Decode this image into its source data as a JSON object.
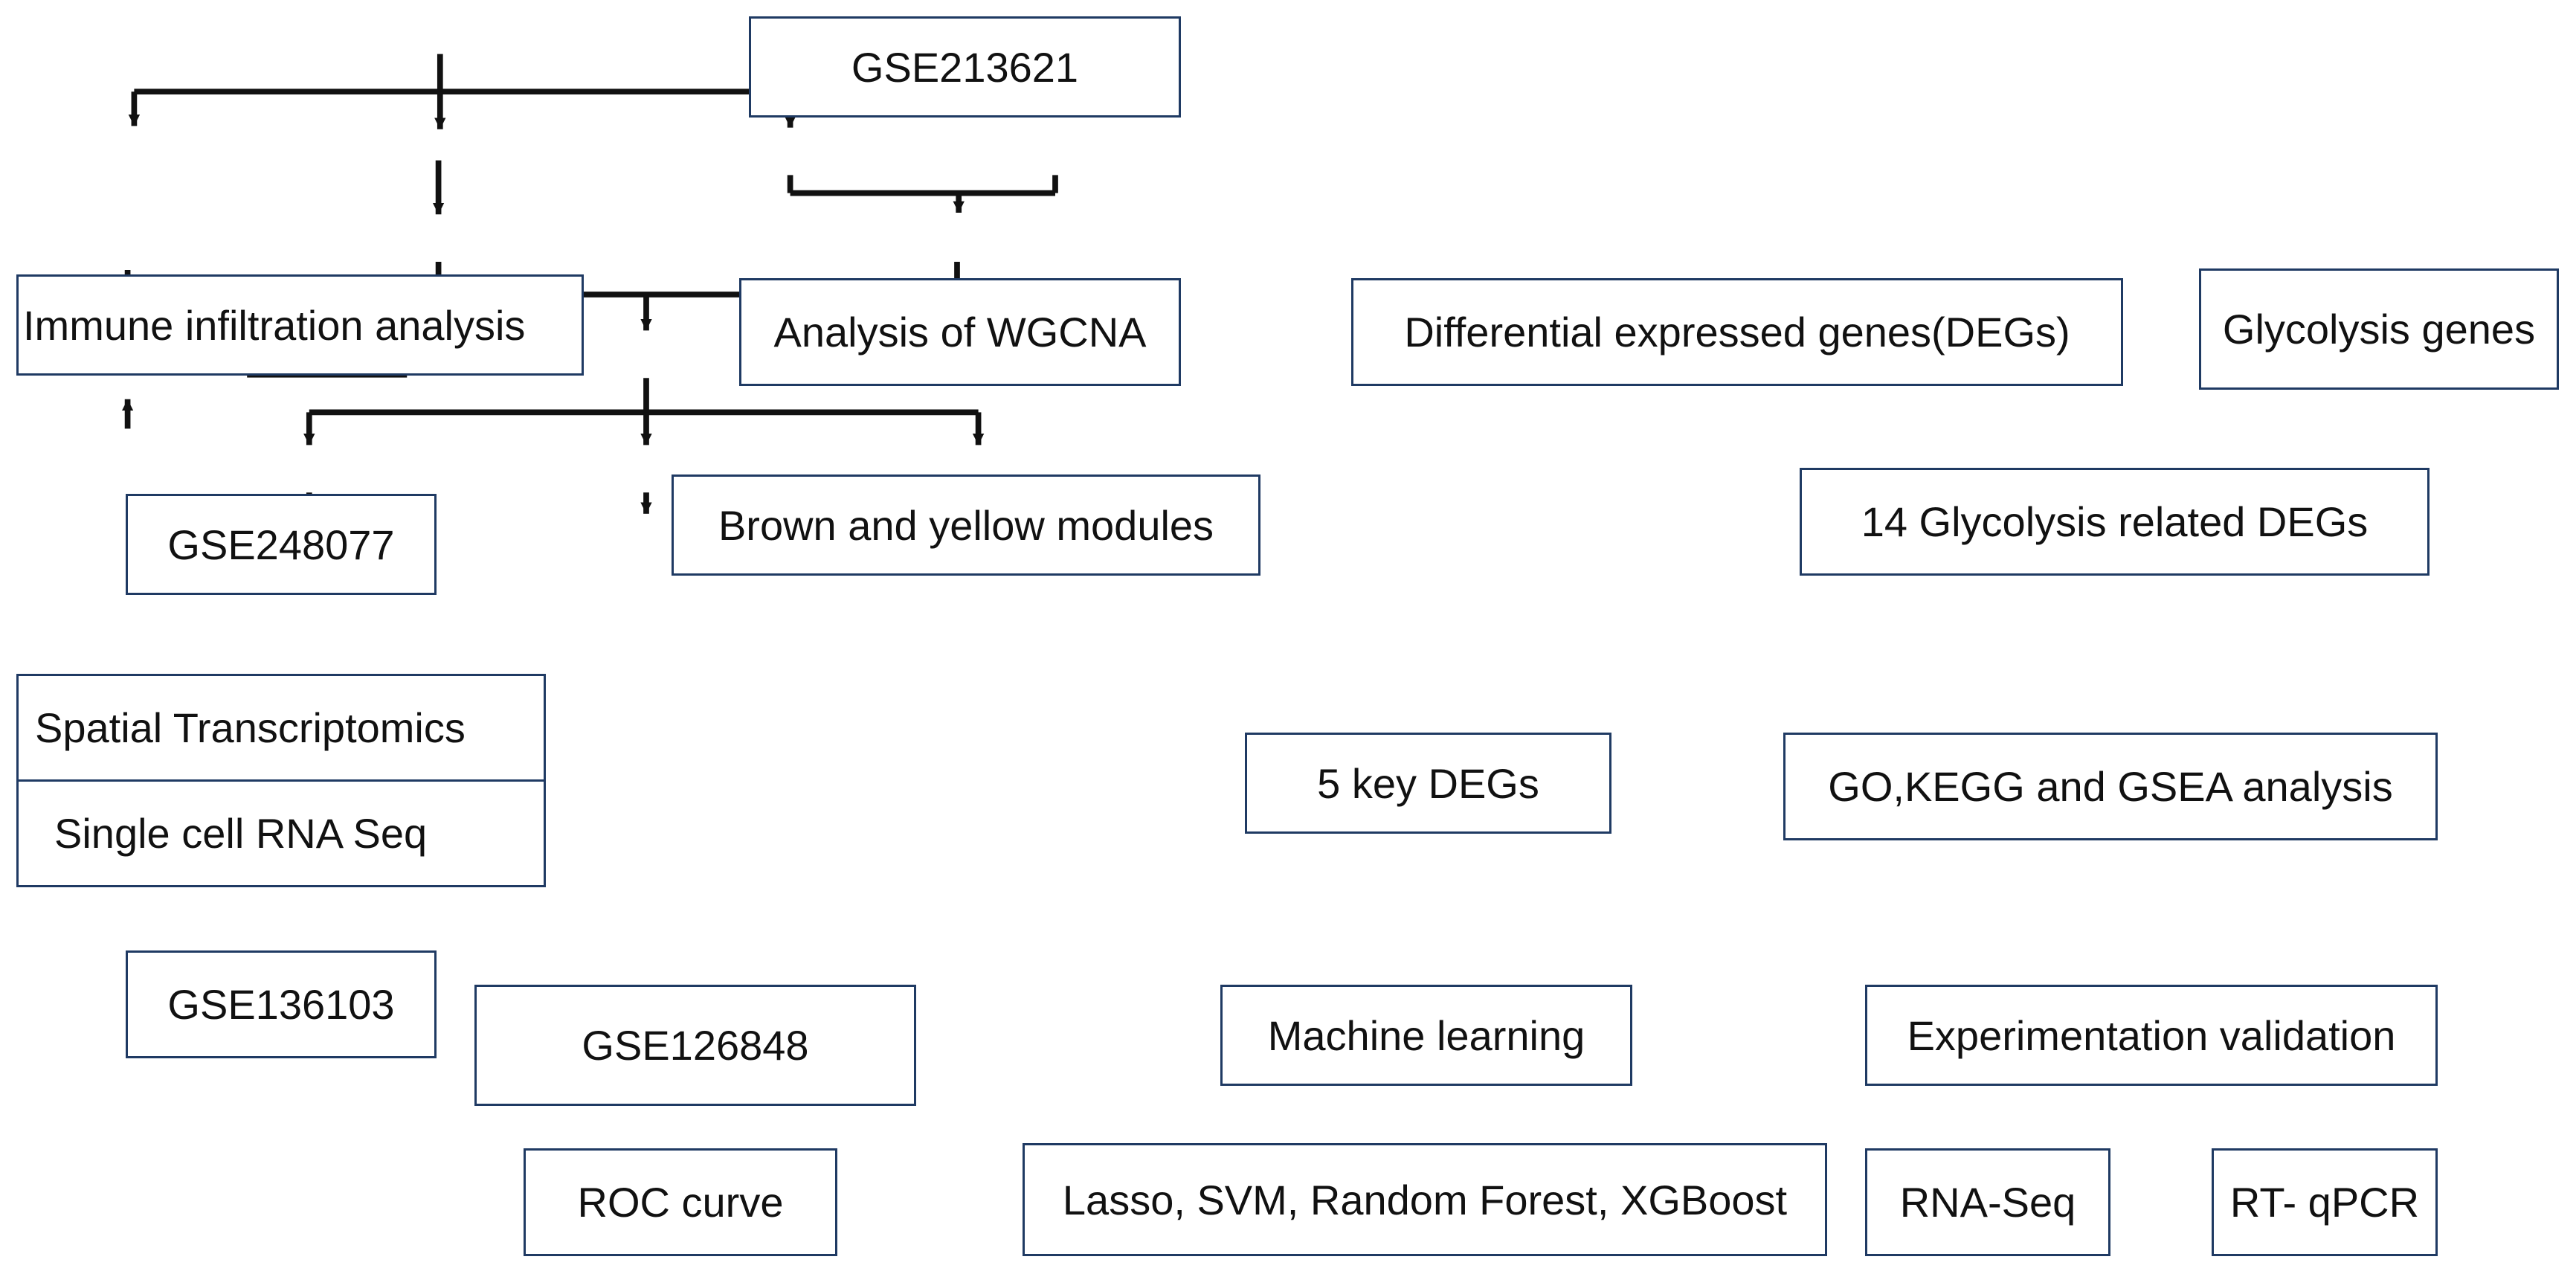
{
  "nodes": {
    "gse213621": "GSE213621",
    "immune": "Immune infiltration analysis",
    "wgcna": "Analysis of WGCNA",
    "degs": "Differential expressed genes(DEGs)",
    "glyco_genes": "Glycolysis genes",
    "brown_yellow": "Brown and yellow modules",
    "glyco_degs": "14 Glycolysis related DEGs",
    "gse248077": "GSE248077",
    "spatial": "Spatial Transcriptomics",
    "single_cell": "Single cell RNA Seq",
    "key_degs": "5 key DEGs",
    "go_kegg": "GO,KEGG and GSEA analysis",
    "gse136103": "GSE136103",
    "gse126848": "GSE126848",
    "ml": "Machine learning",
    "exp_val": "Experimentation validation",
    "roc": "ROC curve",
    "algorithms": "Lasso, SVM, Random Forest, XGBoost",
    "rna_seq": "RNA-Seq",
    "rt_qpcr": "RT- qPCR"
  },
  "colors": {
    "box_border": "#1f3a63",
    "arrow": "#111111"
  }
}
